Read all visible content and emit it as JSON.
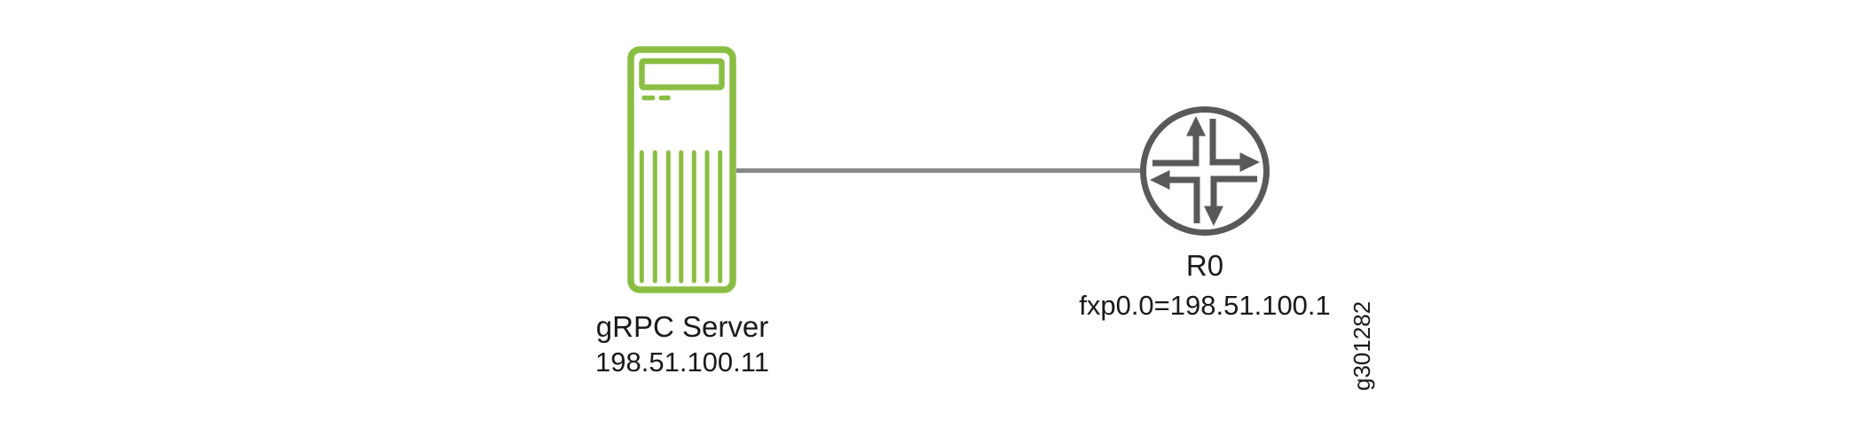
{
  "figure": {
    "id": "g301282",
    "description": "Network topology diagram: gRPC server connected to router R0"
  },
  "colors": {
    "server_green": "#8ABE42",
    "router_gray": "#58595B",
    "link_gray": "#85878A",
    "text": "#1A1A1A"
  },
  "nodes": {
    "server": {
      "name": "gRPC Server",
      "address": "198.51.100.11",
      "icon": "tower-server-icon"
    },
    "router": {
      "name": "R0",
      "interface": "fxp0.0=198.51.100.1",
      "icon": "juniper-router-icon"
    }
  },
  "link": {
    "from": "gRPC Server",
    "to": "R0"
  }
}
